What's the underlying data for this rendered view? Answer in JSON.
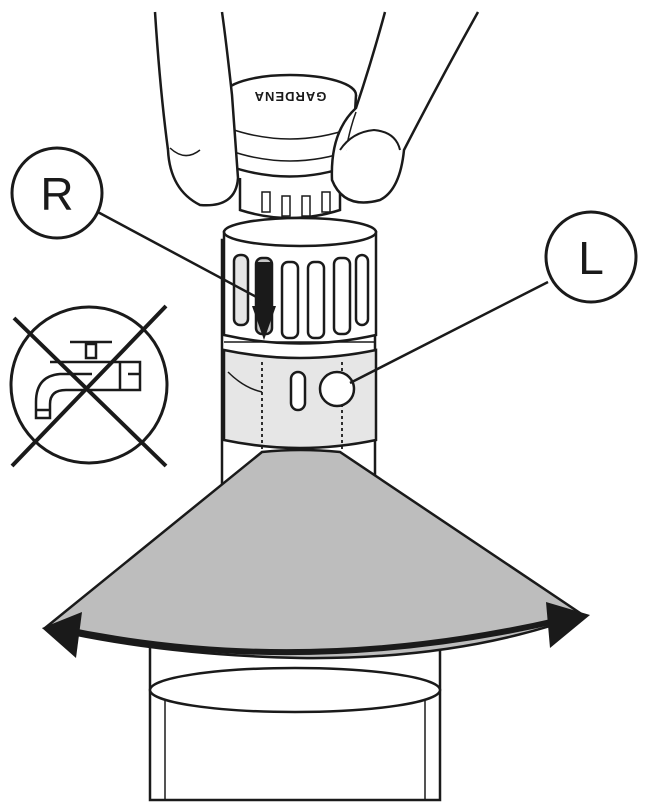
{
  "callouts": {
    "r_label": "R",
    "l_label": "L"
  },
  "cap_logo_text": "GARDENA",
  "icons": {
    "no_water_tap": "crossed-out-water-tap-icon",
    "rotation_arrow": "rotation-arc-arrow-icon",
    "turn_direction_arrow": "down-arrow-icon"
  },
  "colors": {
    "line": "#1a1a1a",
    "fill_light": "#e6e6e6",
    "fill_mid": "#c6c6c6",
    "fill_arc": "#bdbdbd",
    "background": "#ffffff"
  }
}
